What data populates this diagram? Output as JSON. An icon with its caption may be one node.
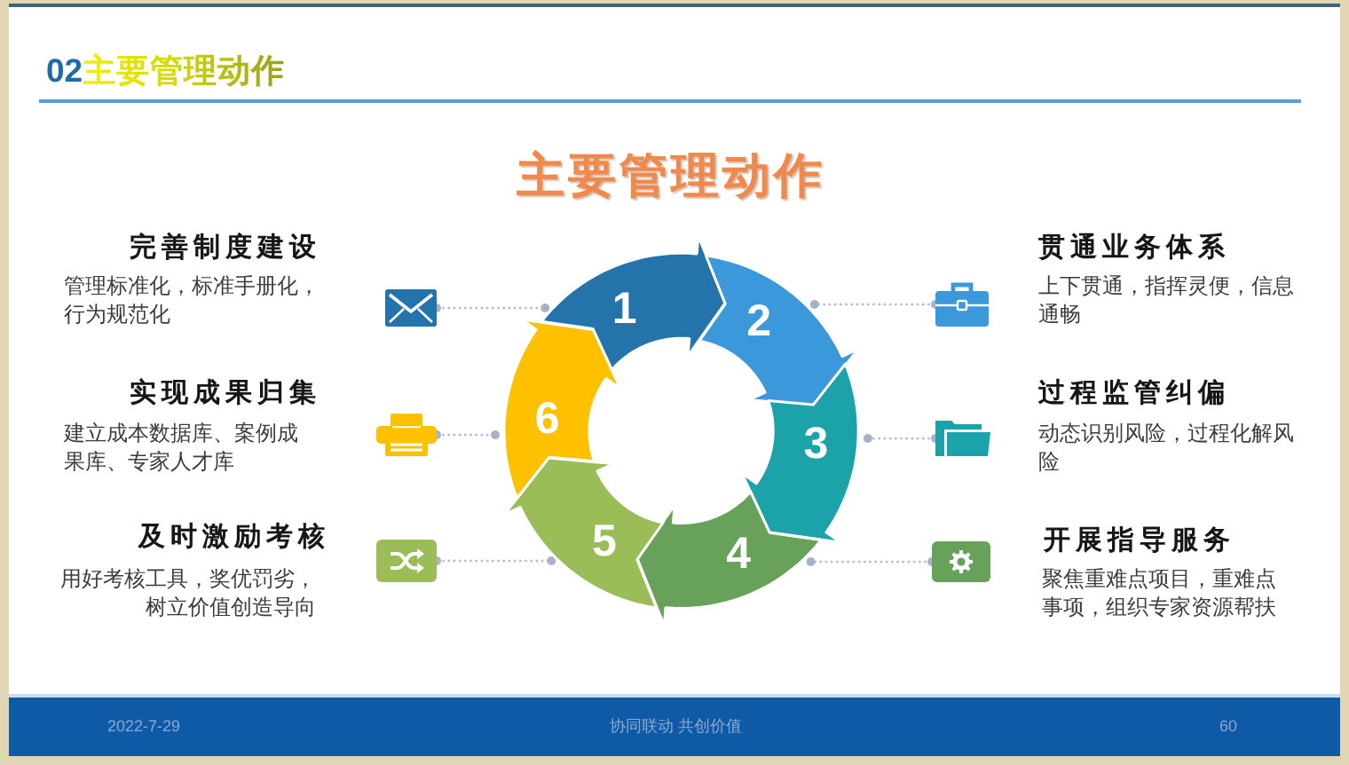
{
  "diagram": {
    "title": "02主要管理动作",
    "nodes": [
      {
        "text": [
          "1"
        ]
      },
      {
        "text": [
          "2"
        ]
      },
      {
        "text": [
          "3"
        ]
      },
      {
        "text": [
          "4"
        ]
      },
      {
        "text": [
          "5"
        ]
      },
      {
        "text": [
          "6"
        ]
      },
      {
        "text": [],
        "shape": "picture",
        "beside": [
          "完善制度建设",
          "管理标准化，标准手册化，行为规范化"
        ]
      },
      {
        "text": [],
        "shape": "picture",
        "beside": [
          "实现成果归集",
          "建立成本数据库、案例成果库、专家人才库"
        ]
      },
      {
        "text": [],
        "shape": "picture",
        "beside": [
          "及时激励考核",
          "用好考核工具，奖优罚劣，树立价值创造导向"
        ]
      },
      {
        "text": [],
        "shape": "picture",
        "beside": [
          "贯通业务体系",
          "上下贯通，指挥灵便，信息通畅"
        ]
      },
      {
        "text": [],
        "shape": "picture",
        "beside": [
          "过程监管纠偏",
          "动态识别风险，过程化解风险"
        ]
      },
      {
        "text": [],
        "shape": "picture",
        "beside": [
          "开展指导服务",
          "聚焦重难点项目，重难点事项，组织专家资源帮扶"
        ]
      }
    ],
    "edges": [
      {
        "from": 6,
        "to": 0,
        "arrow": "other",
        "style": "dashed"
      },
      {
        "from": 7,
        "to": 5,
        "arrow": "other",
        "style": "dashed"
      },
      {
        "from": 8,
        "to": 4,
        "arrow": "other",
        "style": "dashed"
      },
      {
        "from": 9,
        "to": 1,
        "arrow": "other",
        "style": "dashed"
      },
      {
        "from": 10,
        "to": 2,
        "arrow": "other",
        "style": "dashed"
      },
      {
        "from": 11,
        "to": 3,
        "arrow": "other",
        "style": "dashed"
      }
    ],
    "labels": [
      "主要管理动作",
      "2022-7-29",
      "协同联动 共创价值",
      "60"
    ]
  }
}
